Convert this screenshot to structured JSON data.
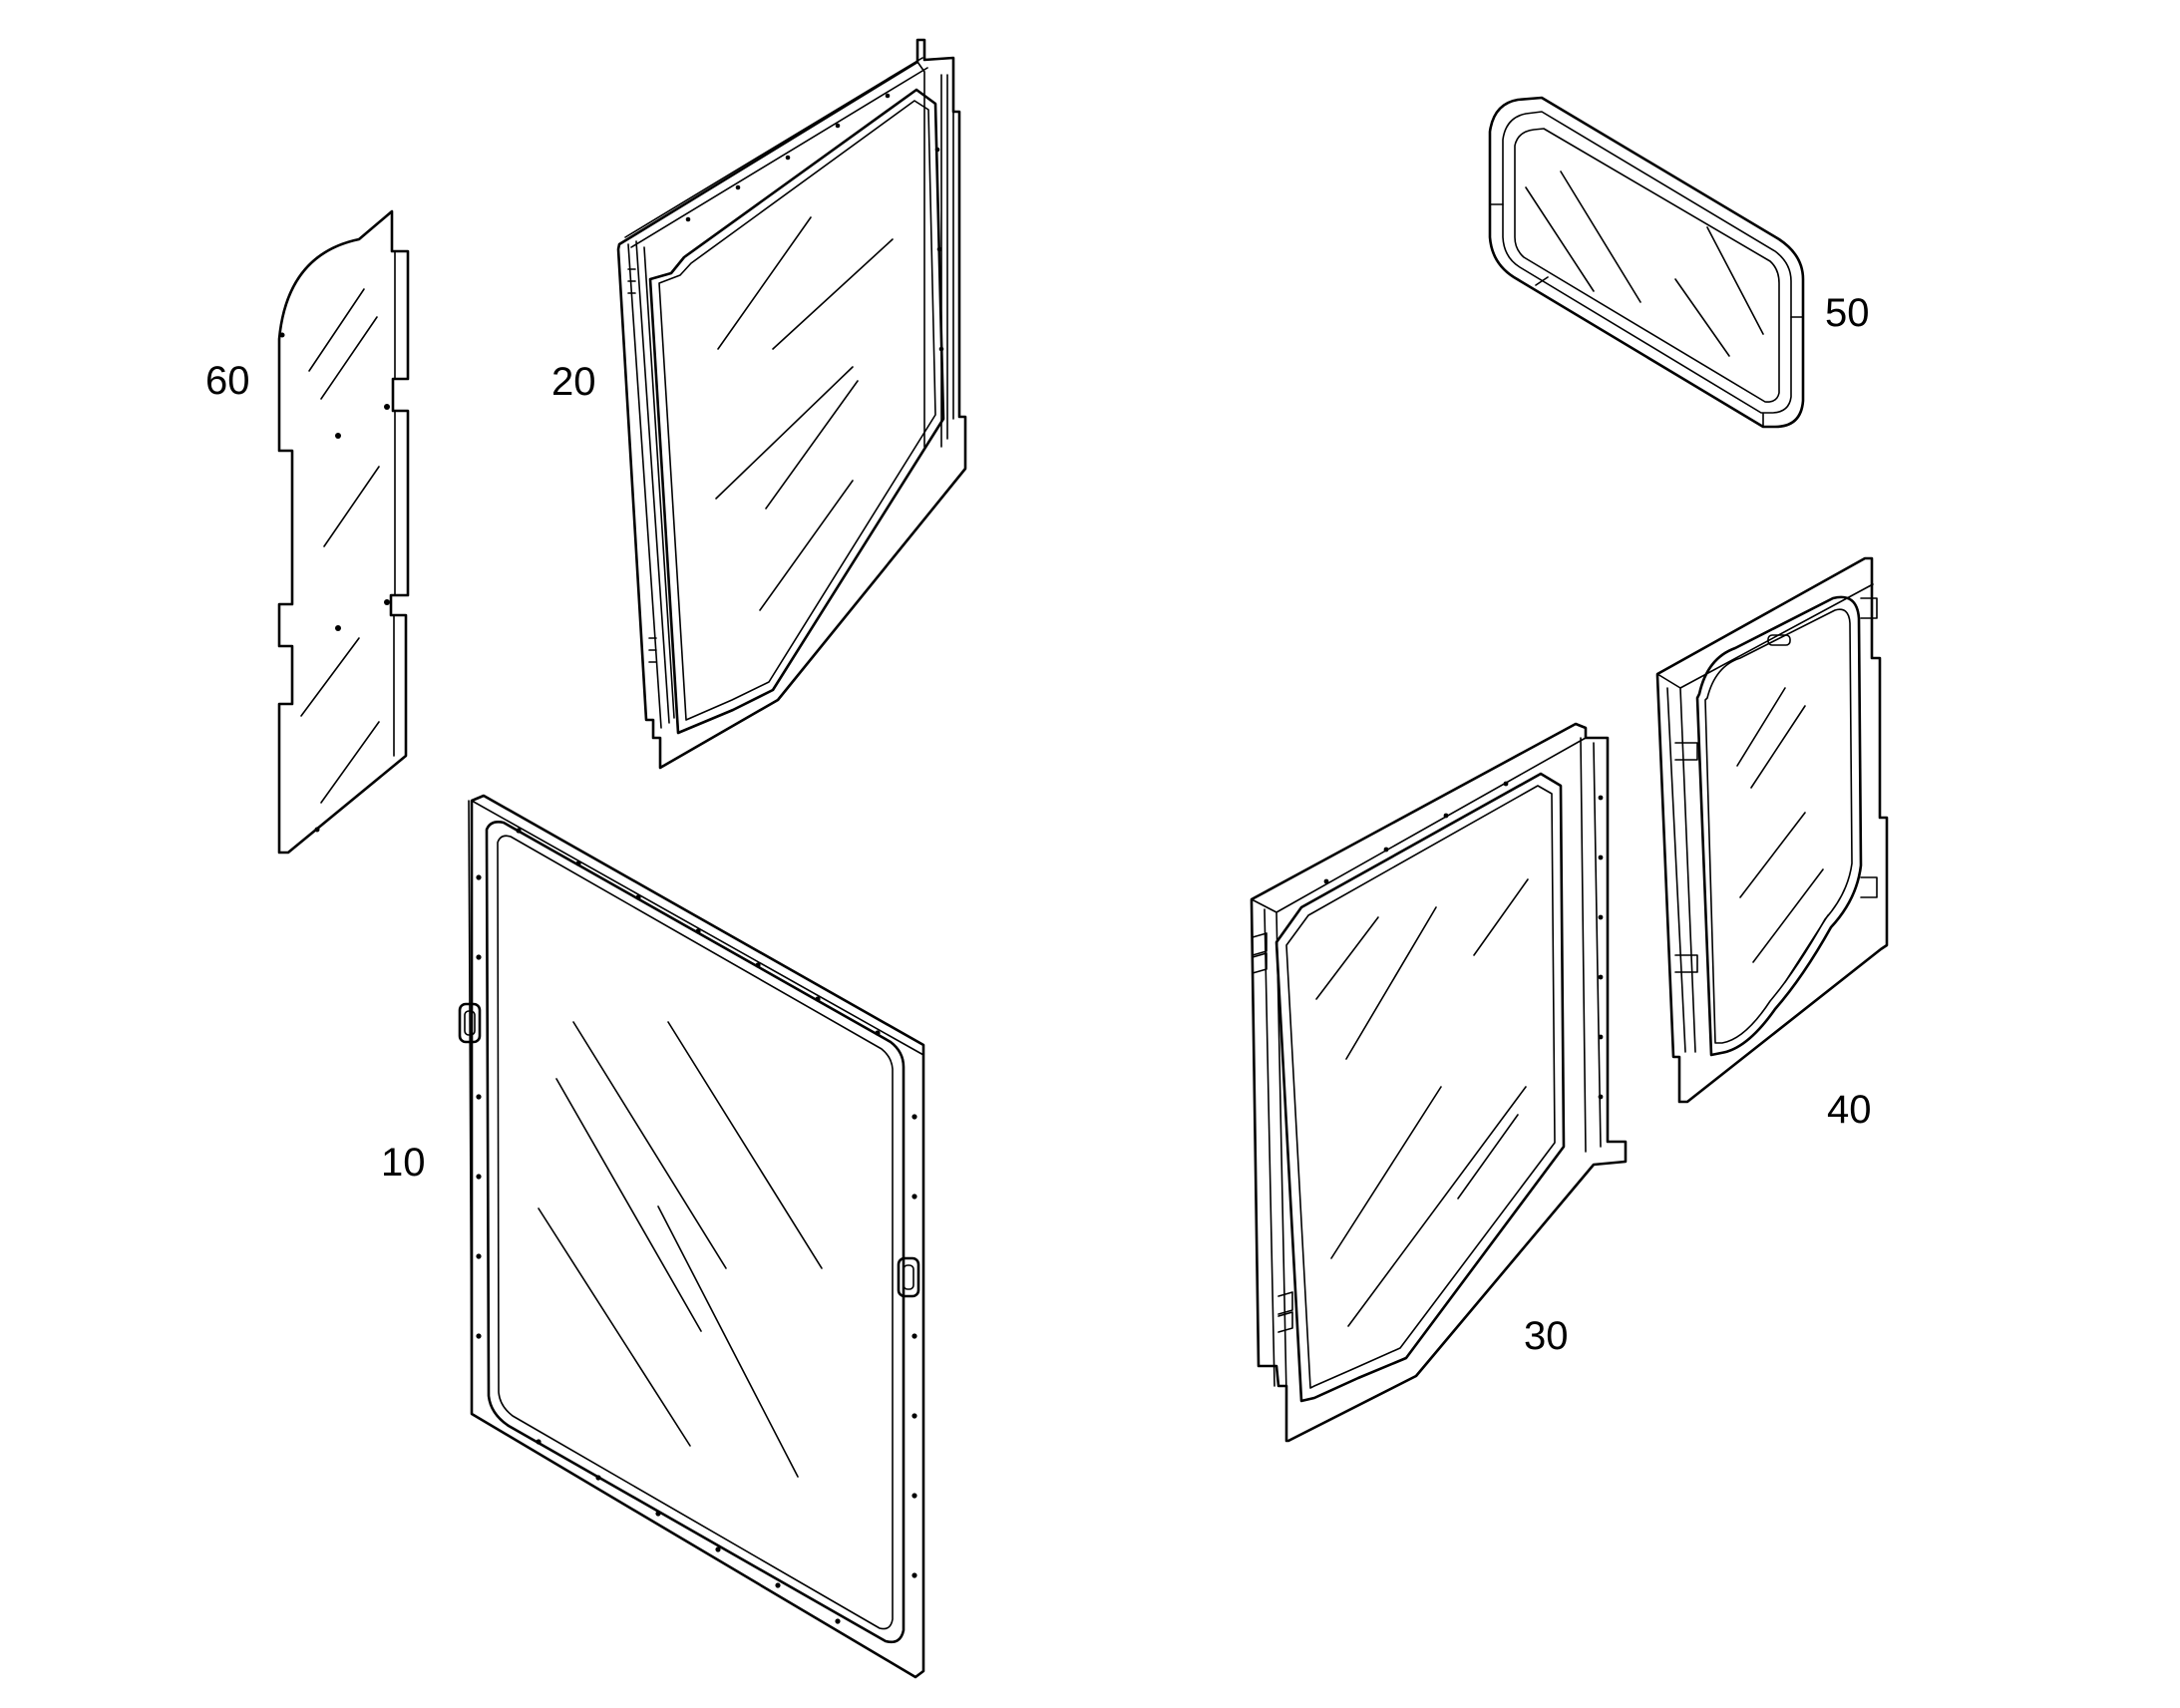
{
  "callouts": {
    "p10": "10",
    "p20": "20",
    "p30": "30",
    "p40": "40",
    "p50": "50",
    "p60": "60"
  },
  "line_color": "#000000",
  "background": "#ffffff"
}
